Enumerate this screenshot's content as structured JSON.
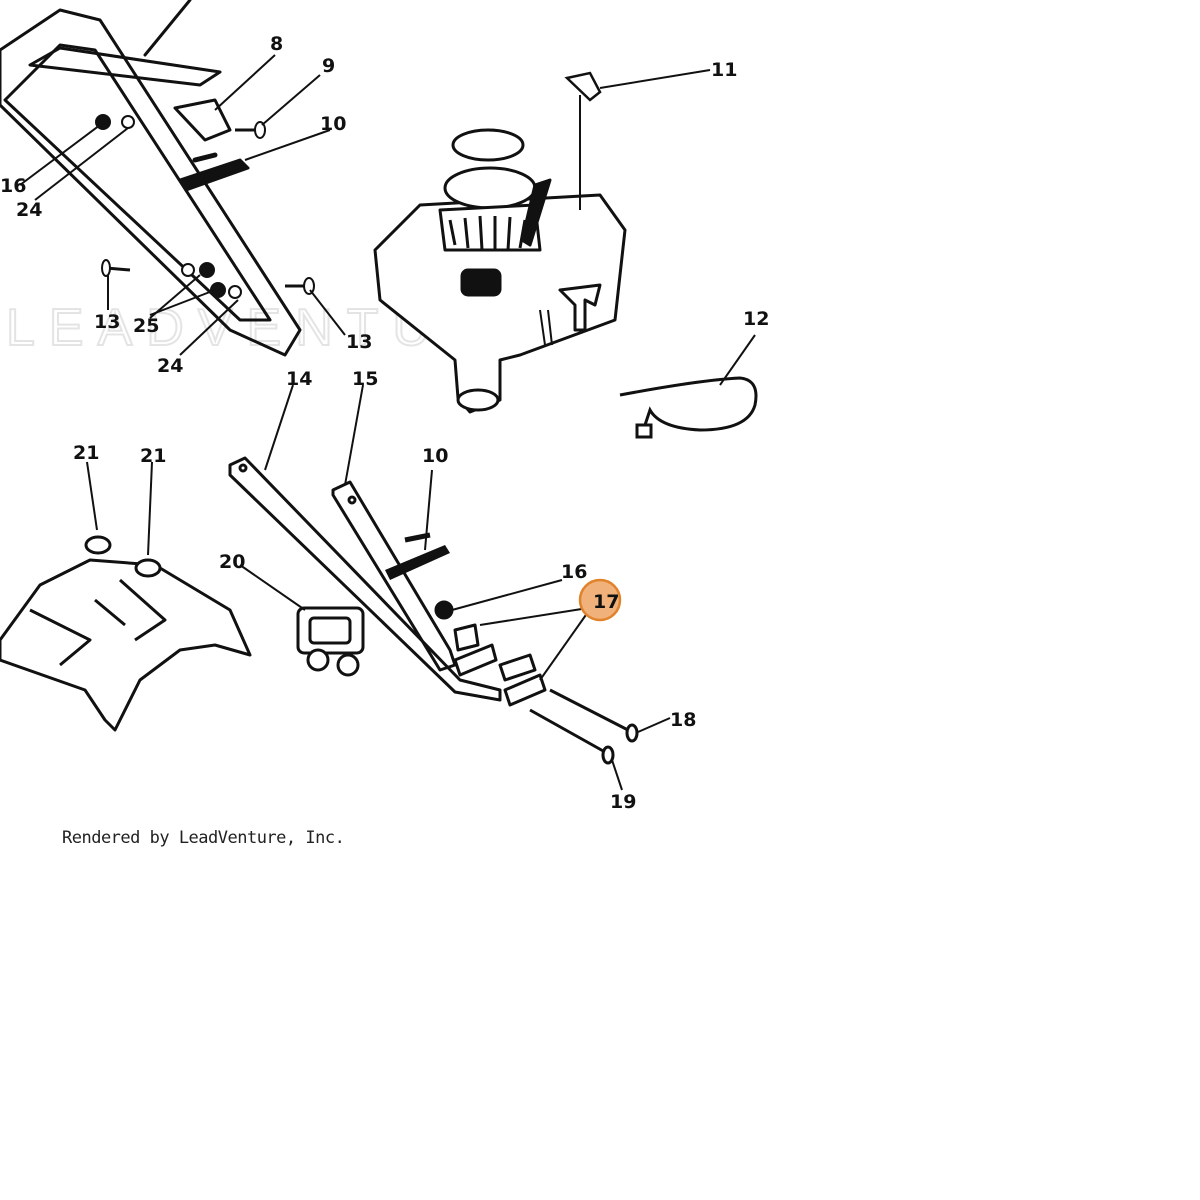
{
  "credit": "Rendered by LeadVenture, Inc.",
  "watermark": "LEADVENTURE",
  "highlight_color": "#f0b27a",
  "highlight_stroke": "#e0832a",
  "callouts": [
    {
      "id": "c8",
      "text": "8"
    },
    {
      "id": "c9",
      "text": "9"
    },
    {
      "id": "c10a",
      "text": "10"
    },
    {
      "id": "c11",
      "text": "11"
    },
    {
      "id": "c16a",
      "text": "16"
    },
    {
      "id": "c24a",
      "text": "24"
    },
    {
      "id": "c13a",
      "text": "13"
    },
    {
      "id": "c25",
      "text": "25"
    },
    {
      "id": "c24b",
      "text": "24"
    },
    {
      "id": "c13b",
      "text": "13"
    },
    {
      "id": "c12",
      "text": "12"
    },
    {
      "id": "c14",
      "text": "14"
    },
    {
      "id": "c15",
      "text": "15"
    },
    {
      "id": "c10b",
      "text": "10"
    },
    {
      "id": "c21a",
      "text": "21"
    },
    {
      "id": "c21b",
      "text": "21"
    },
    {
      "id": "c20",
      "text": "20"
    },
    {
      "id": "c16b",
      "text": "16"
    },
    {
      "id": "c17",
      "text": "17"
    },
    {
      "id": "c18",
      "text": "18"
    },
    {
      "id": "c19",
      "text": "19"
    }
  ]
}
